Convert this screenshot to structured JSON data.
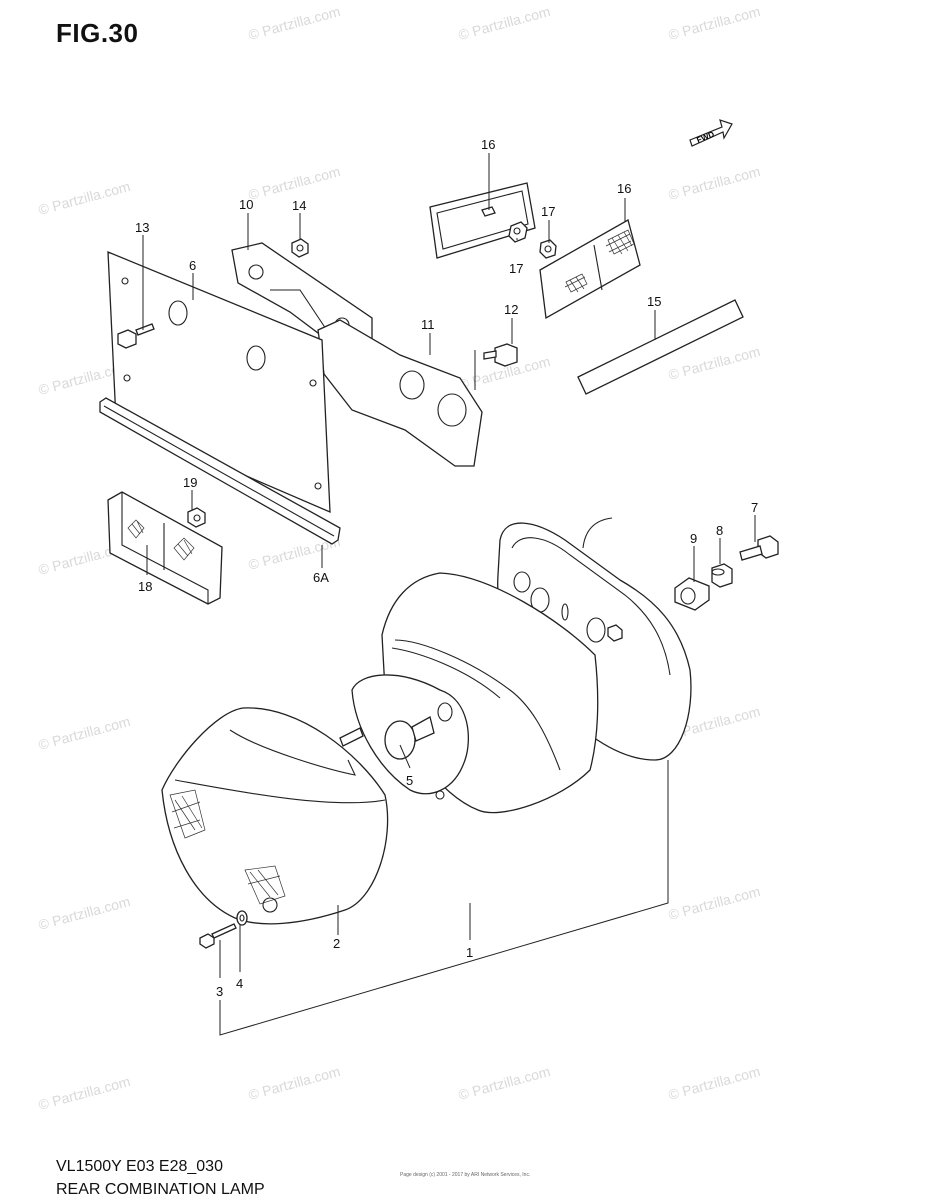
{
  "figure": {
    "title": "FIG.30"
  },
  "footer": {
    "model_code": "VL1500Y E03 E28_030",
    "section_name": "REAR COMBINATION LAMP",
    "note": "Page design (c) 2001 - 2017 by ARI Network Services, Inc."
  },
  "watermark": {
    "text": "© Partzilla.com"
  },
  "direction_marker": {
    "text": "FWD"
  },
  "parts": [
    {
      "key": "1",
      "label": "1"
    },
    {
      "key": "2",
      "label": "2"
    },
    {
      "key": "3",
      "label": "3"
    },
    {
      "key": "4",
      "label": "4"
    },
    {
      "key": "5",
      "label": "5"
    },
    {
      "key": "6",
      "label": "6"
    },
    {
      "key": "6A",
      "label": "6A"
    },
    {
      "key": "7",
      "label": "7"
    },
    {
      "key": "8",
      "label": "8"
    },
    {
      "key": "9",
      "label": "9"
    },
    {
      "key": "10",
      "label": "10"
    },
    {
      "key": "11",
      "label": "11"
    },
    {
      "key": "12",
      "label": "12"
    },
    {
      "key": "13",
      "label": "13"
    },
    {
      "key": "14",
      "label": "14"
    },
    {
      "key": "15",
      "label": "15"
    },
    {
      "key": "16a",
      "label": "16"
    },
    {
      "key": "16b",
      "label": "16"
    },
    {
      "key": "17a",
      "label": "17"
    },
    {
      "key": "17b",
      "label": "17"
    },
    {
      "key": "18",
      "label": "18"
    },
    {
      "key": "19",
      "label": "19"
    }
  ]
}
